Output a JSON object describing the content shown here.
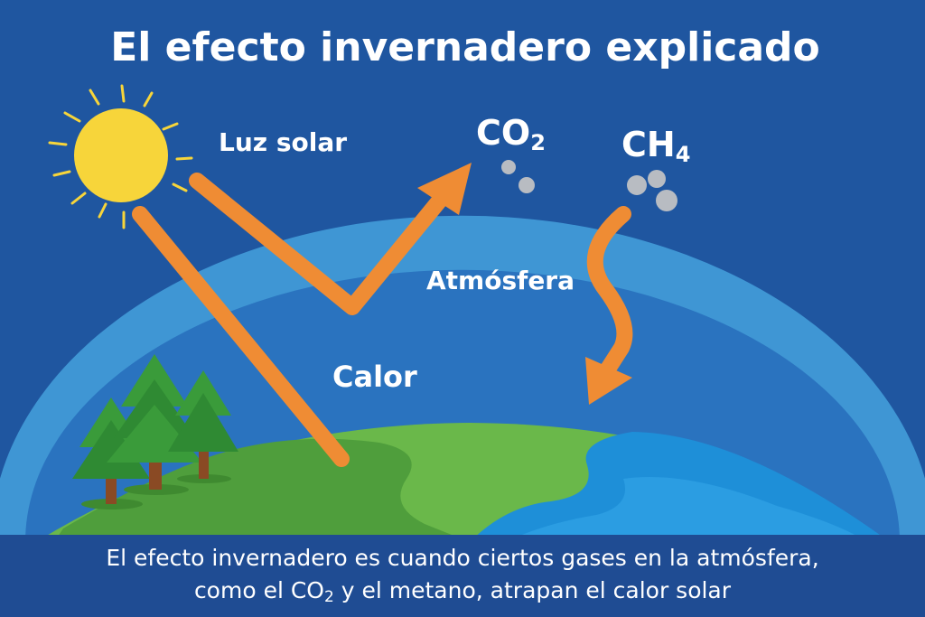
{
  "title": "El efecto invernadero explicado",
  "labels": {
    "sunlight": "Luz solar",
    "atmosphere": "Atmósfera",
    "heat": "Calor",
    "co2_base": "CO",
    "co2_sub": "2",
    "ch4_base": "CH",
    "ch4_sub": "4"
  },
  "caption": {
    "line1": "El efecto invernadero es cuando ciertos gases en la atmósfera,",
    "line2_pre": "como el CO",
    "line2_sub": "2",
    "line2_post": " y el metano, atrapan el calor solar"
  },
  "colors": {
    "background": "#1f56a0",
    "atmosphere_outer": "#3f96d4",
    "atmosphere_inner": "#2a73bf",
    "sun": "#f7d53a",
    "arrow": "#ef8c34",
    "land": "#6ab84a",
    "ocean": "#1e8fd8",
    "caption_band": "#1f4c93"
  }
}
